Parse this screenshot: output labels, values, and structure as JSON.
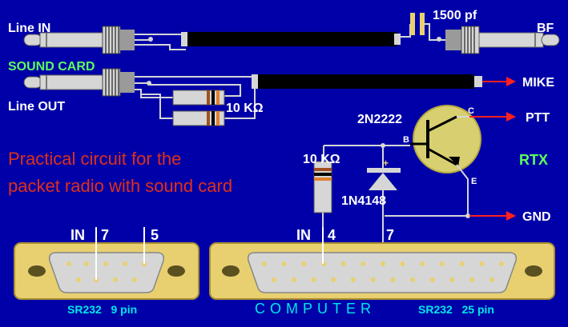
{
  "colors": {
    "background": "#0000a8",
    "white_label": "#ffffff",
    "green_label": "#5cff5c",
    "red_title": "#e03018",
    "cyan_label": "#00e8e8",
    "gray_light": "#d6d6d6",
    "gray_dark": "#7a7a7a",
    "connector_gold": "#e8d070",
    "arrow_red": "#ff2020",
    "transistor": "#d8d070"
  },
  "labels": {
    "line_in": "Line IN",
    "sound_card": "SOUND CARD",
    "line_out": "Line OUT",
    "capacitor": "1500 pf",
    "bf": "BF",
    "mike": "MIKE",
    "resistor_upper": "10 KΩ",
    "transistor": "2N2222",
    "pin_c": "C",
    "pin_b": "B",
    "pin_e": "E",
    "ptt": "PTT",
    "rtx": "RTX",
    "resistor_left": "10 KΩ",
    "diode_plus": "+",
    "diode": "1N4148",
    "gnd": "GND",
    "title_line1": "Practical circuit for the",
    "title_line2": "packet radio with sound card",
    "in7_in": "IN",
    "in7_num": "7",
    "in5_num": "5",
    "in4_in": "IN",
    "in4_num": "4",
    "pin7": "7",
    "sr232_9": "SR232   9 pin",
    "computer": "COMPUTER",
    "sr232_25": "SR232   25 pin"
  }
}
